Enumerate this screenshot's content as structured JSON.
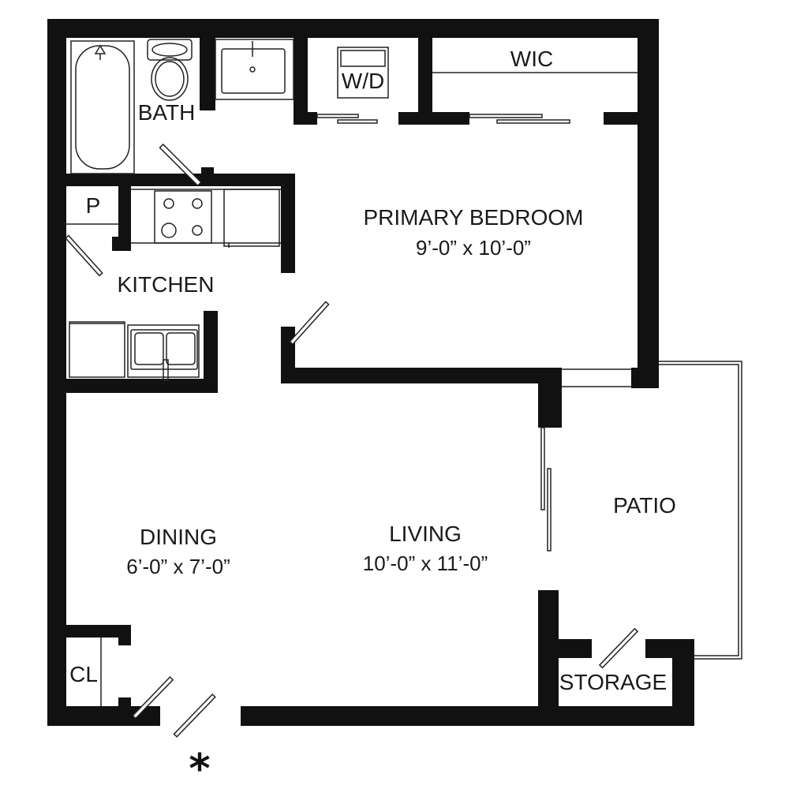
{
  "rooms": {
    "bath": {
      "label": "BATH"
    },
    "wd": {
      "label": "W/D"
    },
    "wic": {
      "label": "WIC"
    },
    "pantry": {
      "label": "P"
    },
    "kitchen": {
      "label": "KITCHEN"
    },
    "bedroom": {
      "label": "PRIMARY BEDROOM",
      "dims": "9’-0” x 10’-0”"
    },
    "dining": {
      "label": "DINING",
      "dims": "6’-0” x 7’-0”"
    },
    "living": {
      "label": "LIVING",
      "dims": "10’-0” x 11’-0”"
    },
    "patio": {
      "label": "PATIO"
    },
    "closet": {
      "label": "CL"
    },
    "storage": {
      "label": "STORAGE"
    }
  },
  "entry_marker": "*"
}
